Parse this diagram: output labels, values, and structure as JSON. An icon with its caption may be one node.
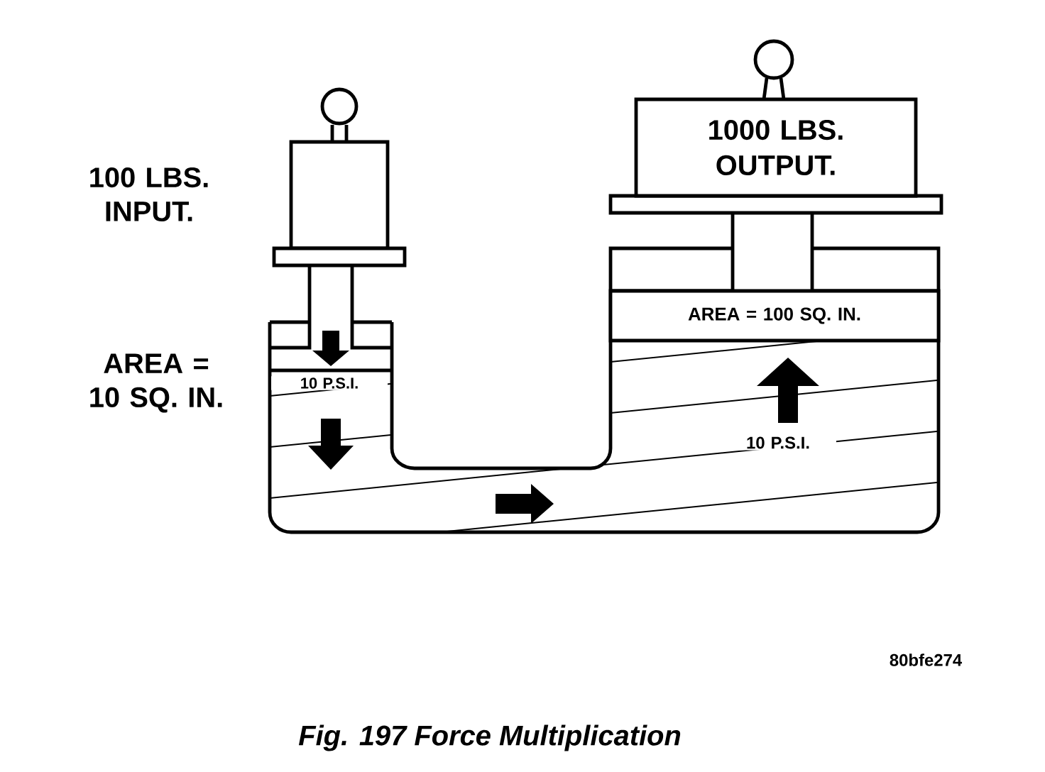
{
  "diagram": {
    "caption": "Fig. 197 Force Multiplication",
    "nodes": [
      {
        "text": [
          "1000 LBS. OUTPUT."
        ]
      },
      {
        "text": [
          "AREA = 100 SQ. IN."
        ]
      }
    ],
    "labels": [
      "100 LBS. INPUT.",
      "AREA = 10 SQ. IN.",
      "10 P.S.I.",
      "10 P.S.I.",
      "80bfe274"
    ]
  }
}
